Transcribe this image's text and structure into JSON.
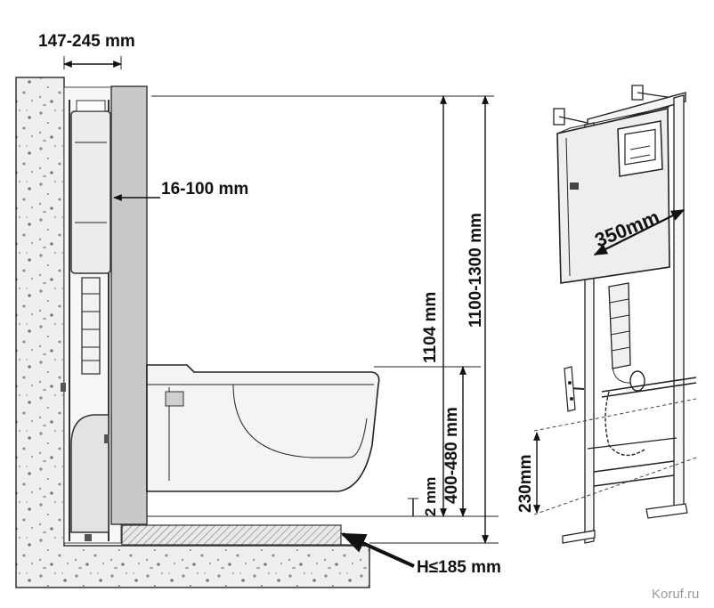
{
  "labels": {
    "wall_offset": "147-245 mm",
    "panel_thickness": "16-100 mm",
    "frame_height_fixed": "1104 mm",
    "frame_height_range": "1100-1300 mm",
    "bowl_height": "400-480 mm",
    "gap": "2 mm",
    "floor_height": "H≤185 mm",
    "frame_width": "350mm",
    "bracket_spacing": "230mm"
  },
  "watermark": "Koruf.ru"
}
